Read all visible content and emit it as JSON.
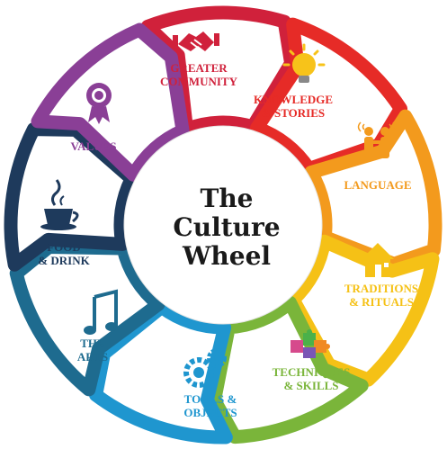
{
  "center": {
    "title_lines": [
      "The",
      "Culture",
      "Wheel"
    ]
  },
  "segments": [
    {
      "id": "greater-community",
      "lines": [
        "GREATER",
        "COMMUNITY"
      ],
      "color": "#d0213b",
      "icon": "handshake-icon"
    },
    {
      "id": "knowledge-stories",
      "lines": [
        "KNOWLEDGE",
        "& STORIES"
      ],
      "color": "#e62b27",
      "icon": "lightbulb-icon"
    },
    {
      "id": "language",
      "lines": [
        "LANGUAGE"
      ],
      "color": "#f39a1d",
      "icon": "conversation-icon"
    },
    {
      "id": "traditions-rituals",
      "lines": [
        "TRADITIONS",
        "& RITUALS"
      ],
      "color": "#f5c116",
      "icon": "house-icon"
    },
    {
      "id": "techniques-skills",
      "lines": [
        "TECHNIQUES",
        "& SKILLS"
      ],
      "color": "#7ab53a",
      "icon": "puzzle-icon"
    },
    {
      "id": "tools-objects",
      "lines": [
        "TOOLS &",
        "OBJECTS"
      ],
      "color": "#1f96cf",
      "icon": "gears-icon"
    },
    {
      "id": "the-arts",
      "lines": [
        "THE",
        "ARTS"
      ],
      "color": "#1e6b8f",
      "icon": "music-note-icon"
    },
    {
      "id": "food-drink",
      "lines": [
        "FOOD",
        "& DRINK"
      ],
      "color": "#1e3a5c",
      "icon": "coffee-cup-icon"
    },
    {
      "id": "values",
      "lines": [
        "VALUES"
      ],
      "color": "#8a3f96",
      "icon": "award-ribbon-icon"
    }
  ]
}
